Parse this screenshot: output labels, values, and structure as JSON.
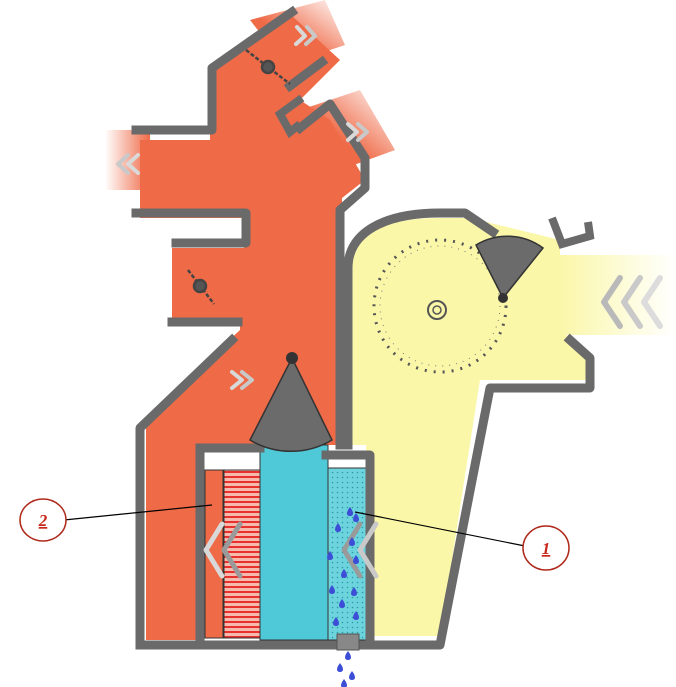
{
  "colors": {
    "warm_air": "#ef6a47",
    "fresh_air": "#fbf7a9",
    "evaporator": "#4fc9d8",
    "condenser_red": "#e8302c",
    "housing": "#6a6a6a",
    "flap": "#6b6b6b",
    "arrow": "#b9b9b9",
    "water": "#3d4ed6",
    "callout_text": "#c8271a",
    "callout_circle": "#b02a1c"
  },
  "callouts": [
    {
      "label": "1",
      "target": "evaporator"
    },
    {
      "label": "2",
      "target": "heater-core"
    }
  ],
  "icons": [
    "chevron-arrow-icon",
    "fan-rotor-icon",
    "damper-flap-icon",
    "water-drop-icon"
  ]
}
